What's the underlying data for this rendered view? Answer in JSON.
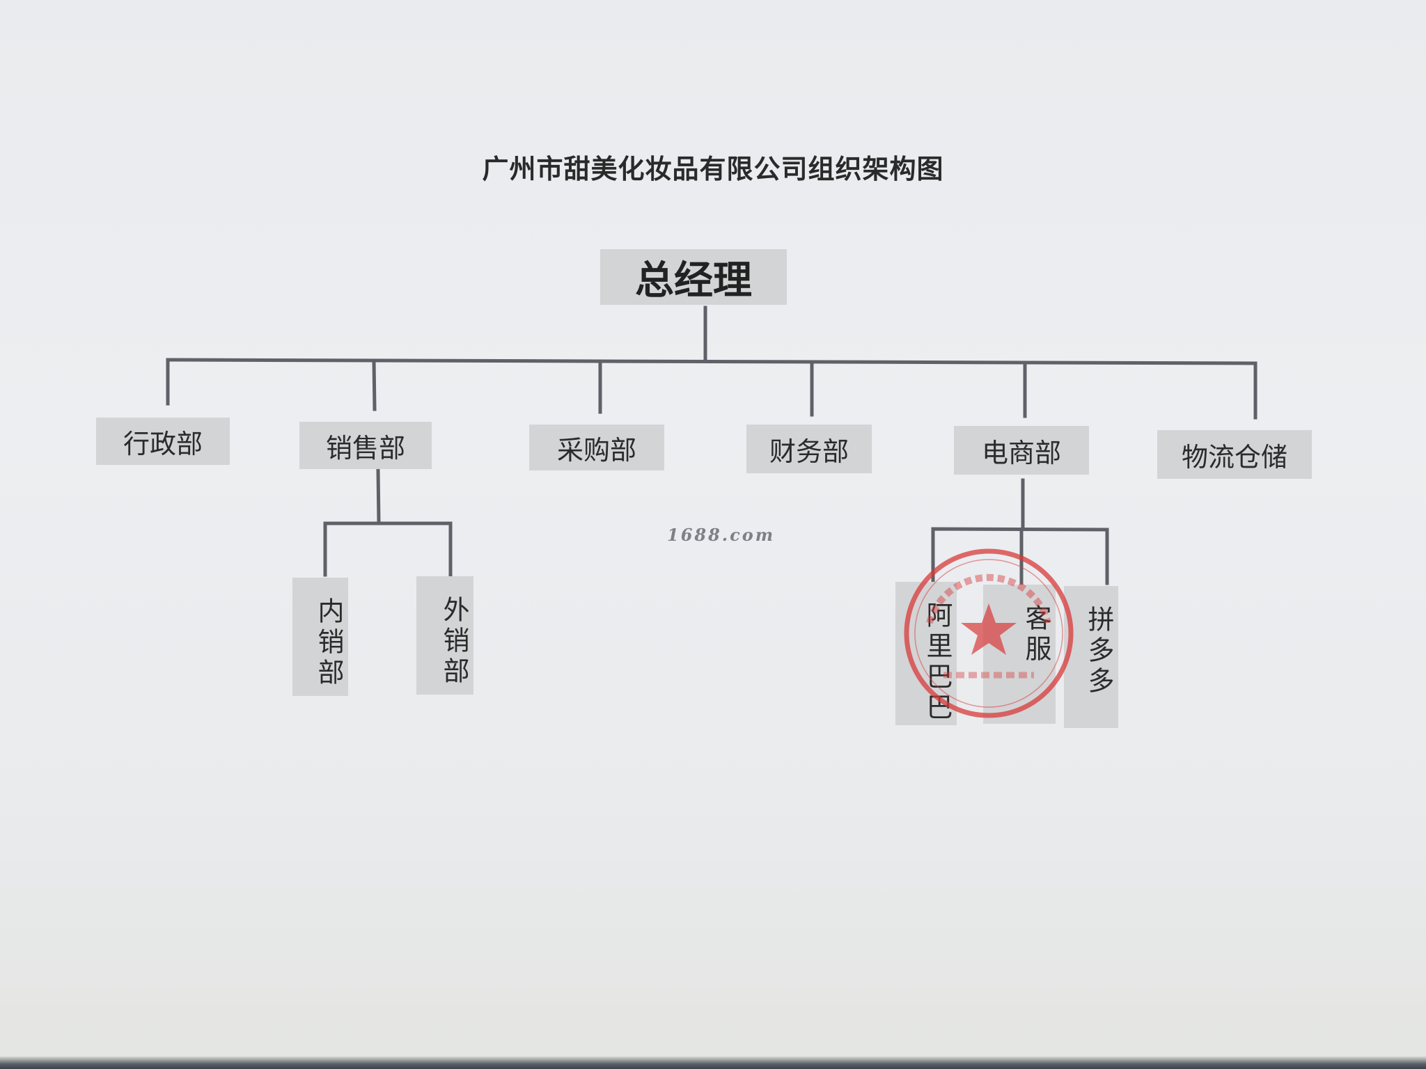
{
  "document": {
    "title": "广州市甜美化妆品有限公司组织架构图",
    "watermark": "1688.com"
  },
  "org_chart": {
    "root": "总经理",
    "departments": [
      {
        "label": "行政部"
      },
      {
        "label": "销售部",
        "children": [
          "内销部",
          "外销部"
        ]
      },
      {
        "label": "采购部"
      },
      {
        "label": "财务部"
      },
      {
        "label": "电商部",
        "children": [
          "阿里巴巴",
          "客服",
          "拼多多"
        ]
      },
      {
        "label": "物流仓储"
      }
    ]
  },
  "colors": {
    "box_fill": "#d3d4d6",
    "connector": "#5e6167",
    "stamp": "#d83a3a"
  }
}
